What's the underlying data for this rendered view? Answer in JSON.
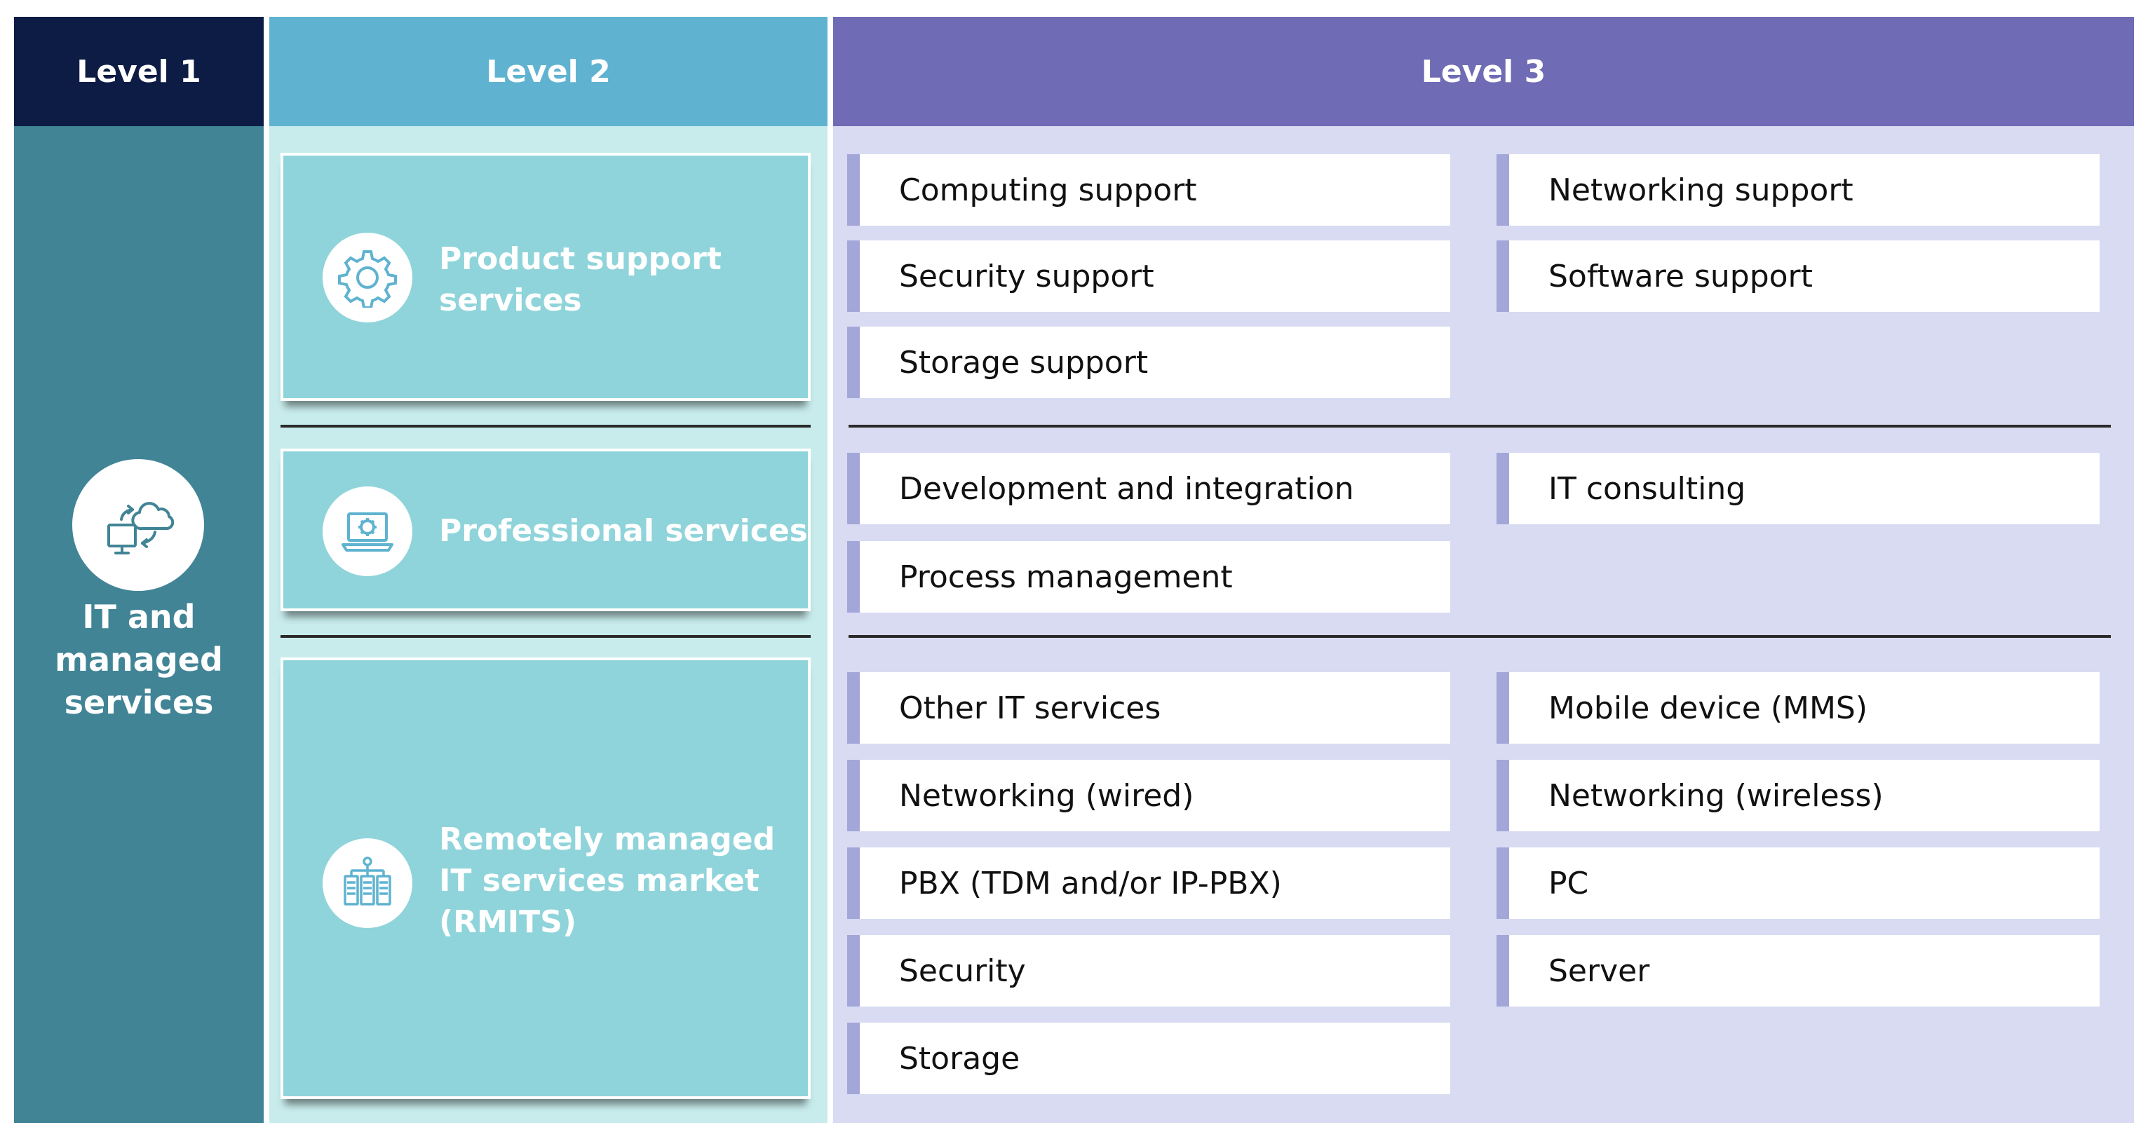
{
  "headers": {
    "level1": "Level 1",
    "level2": "Level 2",
    "level3": "Level 3"
  },
  "level1": {
    "label": "IT and managed services",
    "icon": "cloud-computer-icon"
  },
  "level2": [
    {
      "label": "Product support services",
      "icon": "gear-icon"
    },
    {
      "label": "Professional services",
      "icon": "laptop-gear-icon"
    },
    {
      "label": "Remotely managed IT services market (RMITS)",
      "icon": "server-network-icon"
    }
  ],
  "level3": {
    "product_support": [
      "Computing support",
      "Networking support",
      "Security support",
      "Software support",
      "Storage support"
    ],
    "professional": [
      "Development and integration",
      "IT consulting",
      "Process management"
    ],
    "rmits": [
      "Other IT services",
      "Mobile device (MMS)",
      "Networking (wired)",
      "Networking (wireless)",
      "PBX (TDM and/or IP-PBX)",
      "PC",
      "Security",
      "Server",
      "Storage"
    ]
  },
  "colors": {
    "level1_header": "#0d1c44",
    "level2_header": "#5fb3d0",
    "level3_header": "#6f6bb5",
    "level1_column": "#418496",
    "level2_column": "#c8ecec",
    "level3_column": "#d8dbf2",
    "level2_box": "#8fd4da",
    "item_accent": "#a3a6d8"
  }
}
